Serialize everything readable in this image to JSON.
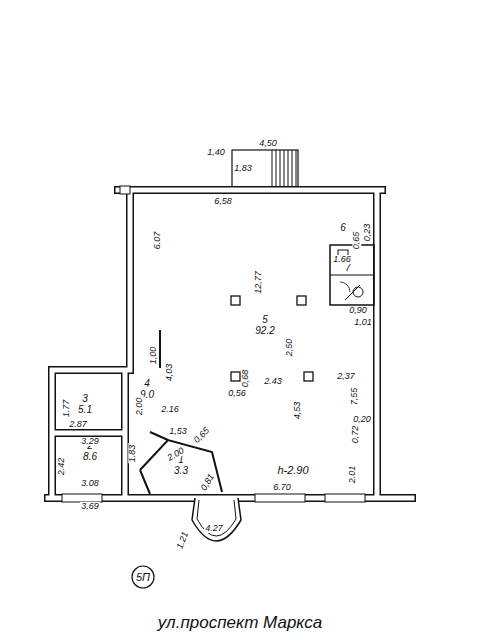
{
  "diagram": {
    "nodes": [
      {
        "text": [
          "5",
          "92.2"
        ]
      },
      {
        "text": [
          "6"
        ]
      },
      {
        "text": [
          "7"
        ]
      },
      {
        "text": [
          "4",
          "9.0"
        ]
      },
      {
        "text": [
          "3",
          "5.1"
        ]
      },
      {
        "text": [
          "2",
          "8.6"
        ]
      },
      {
        "text": [
          "1",
          "3.3"
        ]
      }
    ],
    "labels": [
      "4,50",
      "1,40",
      "1,83",
      "6,58",
      "6.07",
      "0,23",
      "0,65",
      "1.66",
      "12,77",
      "2,50",
      "0,90",
      "1,01",
      "1,00",
      "4,03",
      "0,68",
      "0,56",
      "2.43",
      "2,37",
      "7,55",
      "4,53",
      "0,20",
      "0,72",
      "1.77",
      "2.87",
      "2,00",
      "2.16",
      "3.29",
      "1,53",
      "0,65",
      "2.42",
      "1.83",
      "2.00",
      "0,81",
      "h-2.90",
      "2.01",
      "6.70",
      "3.08",
      "3.69",
      "4.27",
      "1.21",
      "5П",
      "ул.проспект Маркса"
    ]
  }
}
